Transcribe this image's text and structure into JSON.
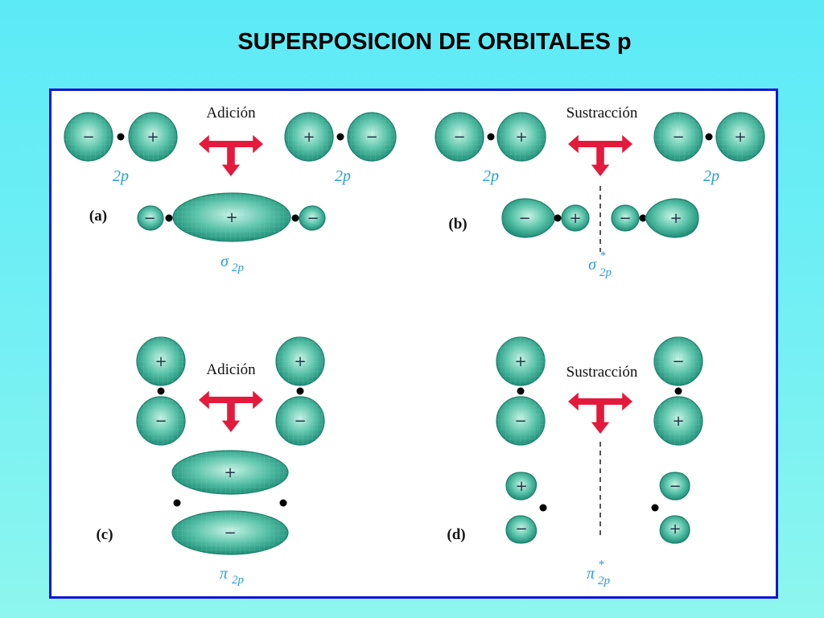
{
  "title": "SUPERPOSICION DE ORBITALES p",
  "labels": {
    "addition": "Adición",
    "subtraction": "Sustracción",
    "orbital_2p": "2p",
    "panel_a": "(a)",
    "panel_b": "(b)",
    "panel_c": "(c)",
    "panel_d": "(d)",
    "sigma": "σ",
    "pi": "π",
    "sub_2p": "2p",
    "star": "*"
  },
  "signs": {
    "plus": "+",
    "minus": "−"
  },
  "colors": {
    "lobe_dark": "#1f8f78",
    "lobe_mid": "#5cc4ab",
    "lobe_light": "#c9f2e6",
    "arrow": "#e41a3c",
    "label_blue": "#2a9fd8",
    "panel_border": "#1414d6"
  }
}
